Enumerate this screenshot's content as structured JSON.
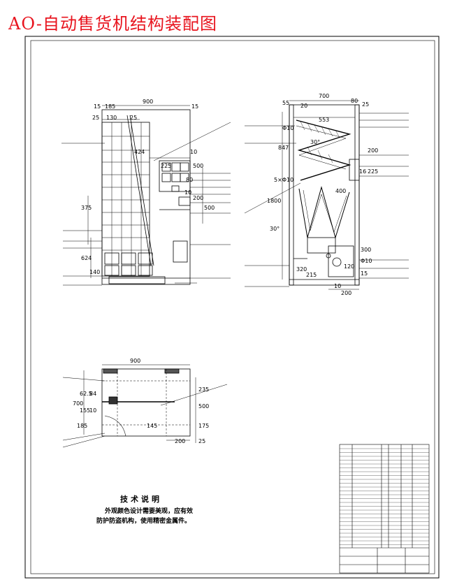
{
  "title": "AO-自动售货机结构装配图",
  "tech_notes": {
    "heading": "技术说明",
    "lines": [
      "外观颜色设计需要美观，应有效",
      "防护防盗机构，使用精密金属件。"
    ]
  },
  "front_view": {
    "dims": [
      "900",
      "15",
      "15",
      "185",
      "130",
      "25",
      "25",
      "424",
      "10",
      "225",
      "500",
      "375",
      "500",
      "624",
      "140",
      "80",
      "10",
      "200"
    ]
  },
  "side_view": {
    "dims": [
      "700",
      "55",
      "20",
      "80",
      "25",
      "553",
      "1800",
      "847",
      "30°",
      "200",
      "16",
      "225",
      "400",
      "30°",
      "300",
      "120",
      "215",
      "320",
      "10",
      "200",
      "15",
      "5×Φ10",
      "Φ10",
      "Φ10"
    ]
  },
  "top_view": {
    "dims": [
      "900",
      "700",
      "62.5",
      "84",
      "155",
      "10",
      "185",
      "145",
      "235",
      "500",
      "175",
      "200",
      "25"
    ]
  },
  "colors": {
    "title": "#e8141e",
    "line": "#000000"
  }
}
